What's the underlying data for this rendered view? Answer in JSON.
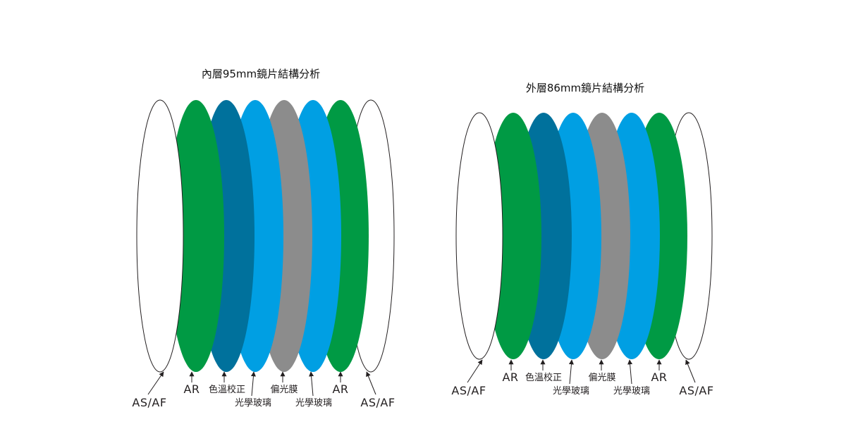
{
  "colors": {
    "white": "#ffffff",
    "green": "#009a44",
    "teal": "#00719c",
    "light_blue": "#009fe3",
    "gray": "#8c8c8c",
    "outline": "#231f20"
  },
  "diagrams": [
    {
      "id": "inner-95mm",
      "title": "內層95mm鏡片結構分析",
      "layers": [
        {
          "name": "AS/AF",
          "color": "white"
        },
        {
          "name": "AR",
          "color": "green"
        },
        {
          "name": "色溫校正",
          "color": "teal"
        },
        {
          "name": "光學玻璃",
          "color": "light_blue"
        },
        {
          "name": "偏光膜",
          "color": "gray"
        },
        {
          "name": "光學玻璃",
          "color": "light_blue"
        },
        {
          "name": "AR",
          "color": "green"
        },
        {
          "name": "AS/AF",
          "color": "white"
        }
      ]
    },
    {
      "id": "outer-86mm",
      "title": "外層86mm鏡片結構分析",
      "layers": [
        {
          "name": "AS/AF",
          "color": "white"
        },
        {
          "name": "AR",
          "color": "green"
        },
        {
          "name": "色溫校正",
          "color": "teal"
        },
        {
          "name": "光學玻璃",
          "color": "light_blue"
        },
        {
          "name": "偏光膜",
          "color": "gray"
        },
        {
          "name": "光學玻璃",
          "color": "light_blue"
        },
        {
          "name": "AR",
          "color": "green"
        },
        {
          "name": "AS/AF",
          "color": "white"
        }
      ]
    }
  ]
}
